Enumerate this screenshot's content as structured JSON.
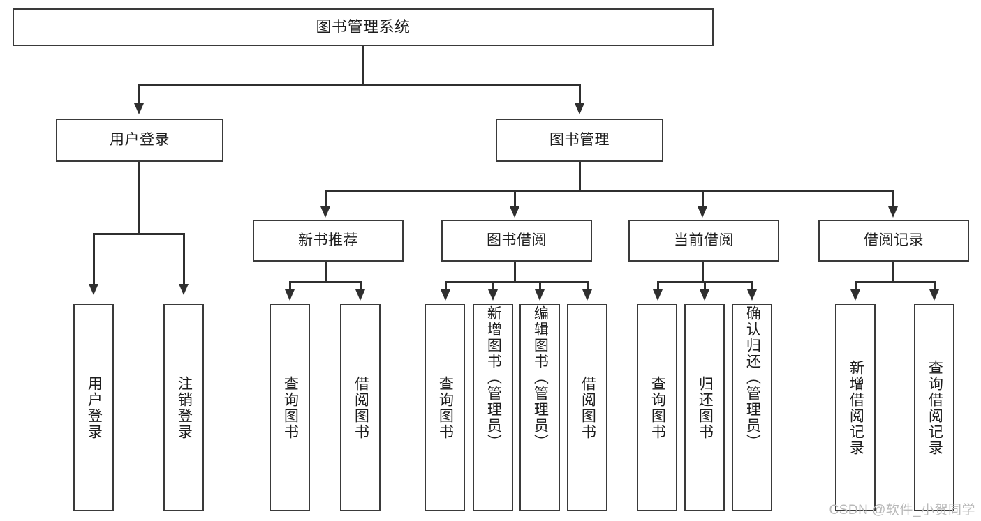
{
  "diagram": {
    "title": "图书管理系统",
    "type": "tree-hierarchy",
    "watermark": "CSDN @软件_小贺同学",
    "root": {
      "label": "图书管理系统"
    },
    "level2": [
      {
        "label": "用户登录"
      },
      {
        "label": "图书管理"
      }
    ],
    "level3": [
      {
        "label": "新书推荐"
      },
      {
        "label": "图书借阅"
      },
      {
        "label": "当前借阅"
      },
      {
        "label": "借阅记录"
      }
    ],
    "leaves": {
      "user_login": [
        {
          "label": "用户登录"
        },
        {
          "label": "注销登录"
        }
      ],
      "new_book_recommend": [
        {
          "label": "查询图书"
        },
        {
          "label": "借阅图书"
        }
      ],
      "book_borrow": [
        {
          "label": "查询图书"
        },
        {
          "label": "新增图书（管理员）"
        },
        {
          "label": "编辑图书（管理员）"
        },
        {
          "label": "借阅图书"
        }
      ],
      "current_borrow": [
        {
          "label": "查询图书"
        },
        {
          "label": "归还图书"
        },
        {
          "label": "确认归还（管理员）"
        }
      ],
      "borrow_record": [
        {
          "label": "新增借阅记录"
        },
        {
          "label": "查询借阅记录"
        }
      ]
    },
    "colors": {
      "stroke": "#3a3a3a",
      "connector": "#2f2f2f",
      "text": "#1d1d1d",
      "background": "#ffffff",
      "watermark": "#b9b9b9"
    }
  }
}
